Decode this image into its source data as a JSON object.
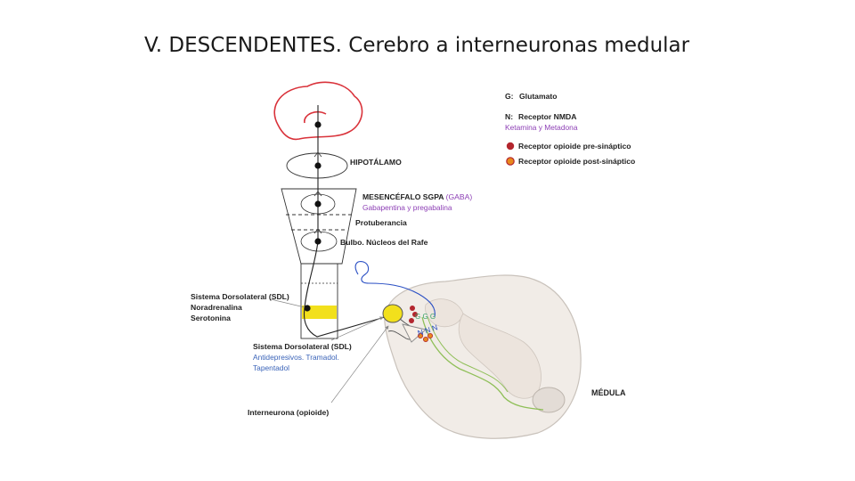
{
  "slide": {
    "title": "V. DESCENDENTES. Cerebro a interneuronas medular"
  },
  "legend": {
    "glutamate_key": "G:",
    "glutamate_text": "Glutamato",
    "nmda_key": "N:",
    "nmda_text": "Receptor NMDA",
    "nmda_drugs": "Ketamina y Metadona",
    "pre_opioid": "Receptor opioide pre-sináptico",
    "post_opioid": "Receptor opioide post-sináptico"
  },
  "labels": {
    "hipotalamo": "HIPOTÁLAMO",
    "mesencefalo": "MESENCÉFALO SGPA",
    "gaba": "(GABA)",
    "gaba_drugs": "Gabapentina y pregabalina",
    "protuberancia": "Protuberancia",
    "bulbo": "Bulbo. Núcleos del Rafe",
    "sdl_left_title": "Sistema Dorsolateral (SDL)",
    "sdl_left_nt1": "Noradrenalina",
    "sdl_left_nt2": "Serotonina",
    "sdl_mid_title": "Sistema Dorsolateral (SDL)",
    "sdl_mid_drugs1": "Antidepresivos. Tramadol.",
    "sdl_mid_drugs2": "Tapentadol",
    "interneurona": "Interneurona (opioide)",
    "medula": "MÉDULA",
    "g_letters": "G G G",
    "n_letters": "N N N"
  },
  "colors": {
    "brain": "#d9323a",
    "neuron": "#222222",
    "glutamate": "#3aa36a",
    "nmda": "#2a4fc4",
    "purple": "#8d3fb5",
    "blue_text": "#3a63b8",
    "green_tract": "#8fbf58",
    "yellow": "#f2e01c",
    "cord_fill": "#f1ece7",
    "pre_receptor": "#b3262e",
    "post_receptor": "#e8891c"
  }
}
